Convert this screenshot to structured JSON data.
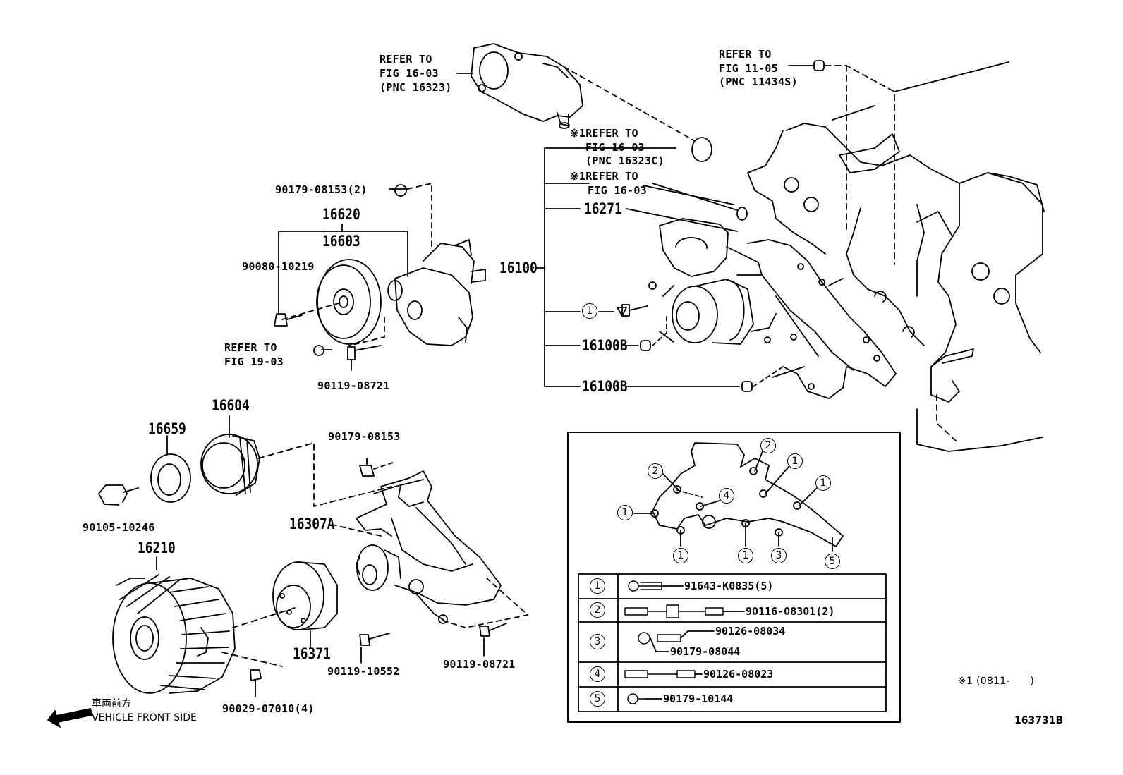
{
  "callouts": {
    "refer_top_left": [
      "REFER TO",
      "FIG 16-03",
      "(PNC 16323)"
    ],
    "refer_top_right": [
      "REFER TO",
      "FIG 11-05",
      "(PNC 11434S)"
    ],
    "refer_16323c": [
      "※1REFER TO",
      "FIG 16-03",
      "(PNC 16323C)"
    ],
    "refer_1603": [
      "※1REFER TO",
      "FIG 16-03"
    ],
    "refer_1903": [
      "REFER TO",
      "FIG 19-03"
    ],
    "p_90179_08153_2": "90179-08153(2)",
    "p_16620": "16620",
    "p_16603": "16603",
    "p_90080_10219": "90080-10219",
    "p_90119_08721_a": "90119-08721",
    "p_16100": "16100",
    "p_16271": "16271",
    "p_16100b_a": "16100B",
    "p_16100b_b": "16100B",
    "circ_1": "1",
    "p_16604": "16604",
    "p_16659": "16659",
    "p_90179_08153": "90179-08153",
    "p_90105_10246": "90105-10246",
    "p_16307a": "16307A",
    "p_16210": "16210",
    "p_16371": "16371",
    "p_90119_10552": "90119-10552",
    "p_90119_08721_b": "90119-08721",
    "p_90029_07010": "90029-07010(4)"
  },
  "inset": {
    "bolt_markers": [
      "2",
      "2",
      "1",
      "1",
      "4",
      "1",
      "1",
      "1",
      "3",
      "5"
    ],
    "table": [
      {
        "num": "1",
        "parts": [
          "91643-K0835(5)"
        ]
      },
      {
        "num": "2",
        "parts": [
          "90116-08301(2)"
        ]
      },
      {
        "num": "3",
        "parts": [
          "90126-08034",
          "90179-08044"
        ]
      },
      {
        "num": "4",
        "parts": [
          "90126-08023"
        ]
      },
      {
        "num": "5",
        "parts": [
          "90179-10144"
        ]
      }
    ]
  },
  "footer": {
    "front_jp": "車両前方",
    "front_en": "VEHICLE FRONT SIDE",
    "date_note": "※1 (0811-      )",
    "figure_id": "163731B"
  }
}
